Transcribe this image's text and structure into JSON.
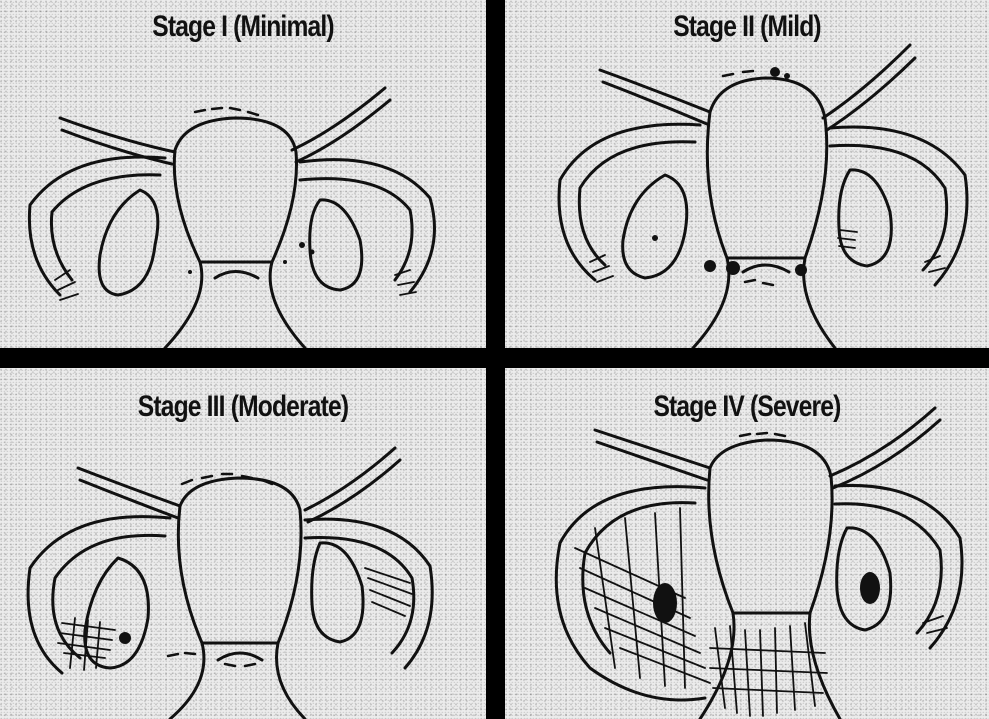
{
  "figure": {
    "panels": [
      {
        "id": "stage-1",
        "title": "Stage I (Minimal)"
      },
      {
        "id": "stage-2",
        "title": "Stage II (Mild)"
      },
      {
        "id": "stage-3",
        "title": "Stage III (Moderate)"
      },
      {
        "id": "stage-4",
        "title": "Stage IV (Severe)"
      }
    ]
  }
}
